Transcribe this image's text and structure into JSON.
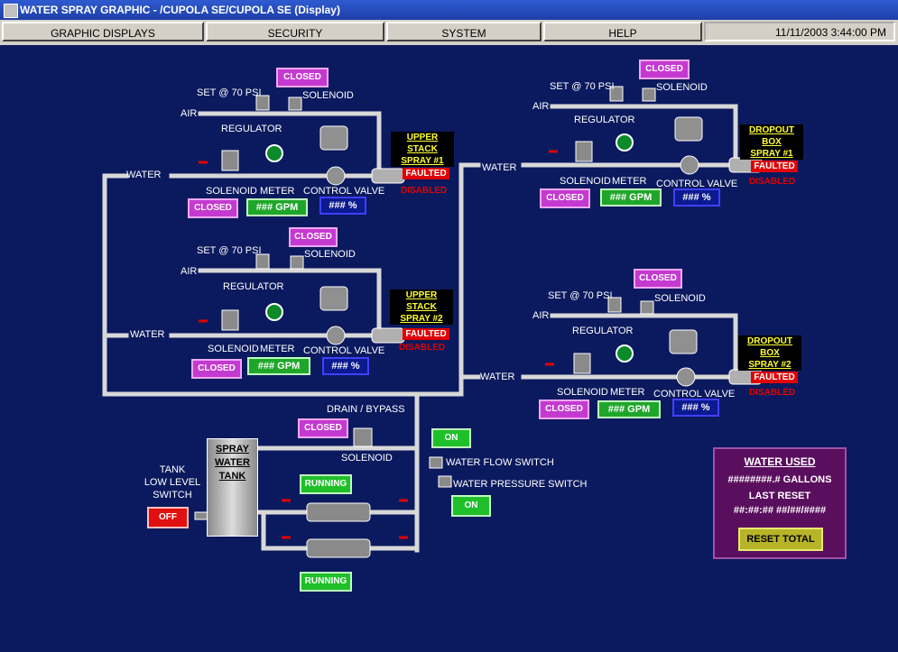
{
  "window": {
    "title": "WATER SPRAY GRAPHIC - /CUPOLA SE/CUPOLA SE (Display)"
  },
  "menu": {
    "graphic_displays": "GRAPHIC DISPLAYS",
    "security": "SECURITY",
    "system": "SYSTEM",
    "help": "HELP",
    "datetime": "11/11/2003 3:44:00 PM"
  },
  "sprays": [
    {
      "name": "UPPER STACK\nSPRAY #1",
      "set_label": "SET @ 70 PSI",
      "solenoid_top": "SOLENOID",
      "air": "AIR",
      "regulator": "REGULATOR",
      "top_status": "CLOSED",
      "water": "WATER",
      "solenoid": "SOLENOID",
      "meter": "METER",
      "control_valve": "CONTROL VALVE",
      "bottom_status": "CLOSED",
      "gpm": "###  GPM",
      "pct": "### %",
      "fault": "FAULTED",
      "disabled": "DISABLED",
      "title1": "UPPER STACK",
      "title2": "SPRAY #1"
    },
    {
      "name": "UPPER STACK\nSPRAY #2",
      "set_label": "SET @ 70 PSI",
      "solenoid_top": "SOLENOID",
      "air": "AIR",
      "regulator": "REGULATOR",
      "top_status": "CLOSED",
      "water": "WATER",
      "solenoid": "SOLENOID",
      "meter": "METER",
      "control_valve": "CONTROL VALVE",
      "bottom_status": "CLOSED",
      "gpm": "###  GPM",
      "pct": "### %",
      "fault": "FAULTED",
      "disabled": "DISABLED",
      "title1": "UPPER STACK",
      "title2": "SPRAY #2"
    },
    {
      "name": "DROPOUT BOX\nSPRAY #1",
      "set_label": "SET @ 70 PSI",
      "solenoid_top": "SOLENOID",
      "air": "AIR",
      "regulator": "REGULATOR",
      "top_status": "CLOSED",
      "water": "WATER",
      "solenoid": "SOLENOID",
      "meter": "METER",
      "control_valve": "CONTROL VALVE",
      "bottom_status": "CLOSED",
      "gpm": "###  GPM",
      "pct": "### %",
      "fault": "FAULTED",
      "disabled": "DISABLED",
      "title1": "DROPOUT BOX",
      "title2": "SPRAY #1"
    },
    {
      "name": "DROPOUT BOX\nSPRAY #2",
      "set_label": "SET @ 70 PSI",
      "solenoid_top": "SOLENOID",
      "air": "AIR",
      "regulator": "REGULATOR",
      "top_status": "CLOSED",
      "water": "WATER",
      "solenoid": "SOLENOID",
      "meter": "METER",
      "control_valve": "CONTROL VALVE",
      "bottom_status": "CLOSED",
      "gpm": "###  GPM",
      "pct": "### %",
      "fault": "FAULTED",
      "disabled": "DISABLED",
      "title1": "DROPOUT BOX",
      "title2": "SPRAY #2"
    }
  ],
  "tank": {
    "label1": "SPRAY",
    "label2": "WATER",
    "label3": "TANK",
    "low_level_1": "TANK",
    "low_level_2": "LOW LEVEL",
    "low_level_3": "SWITCH",
    "low_level_status": "OFF",
    "drain_label": "DRAIN / BYPASS",
    "drain_status": "CLOSED",
    "drain_solenoid": "SOLENOID",
    "pump1_status": "RUNNING",
    "pump2_status": "RUNNING",
    "flow_switch": "WATER FLOW SWITCH",
    "flow_status": "ON",
    "pressure_switch": "WATER PRESSURE SWITCH",
    "pressure_status": "ON"
  },
  "water_used": {
    "title": "WATER USED",
    "gallons": "########.# GALLONS",
    "last_reset": "LAST RESET",
    "reset_time": "##:##:## ##/##/####",
    "reset_button": "RESET TOTAL"
  },
  "colors": {
    "background": "#0b1a5e",
    "pipe": "#d8d8d8",
    "closed": "#c43ad0",
    "gpm": "#1fa62a",
    "faulted": "#e00000",
    "spray_label": "#ffff33"
  }
}
